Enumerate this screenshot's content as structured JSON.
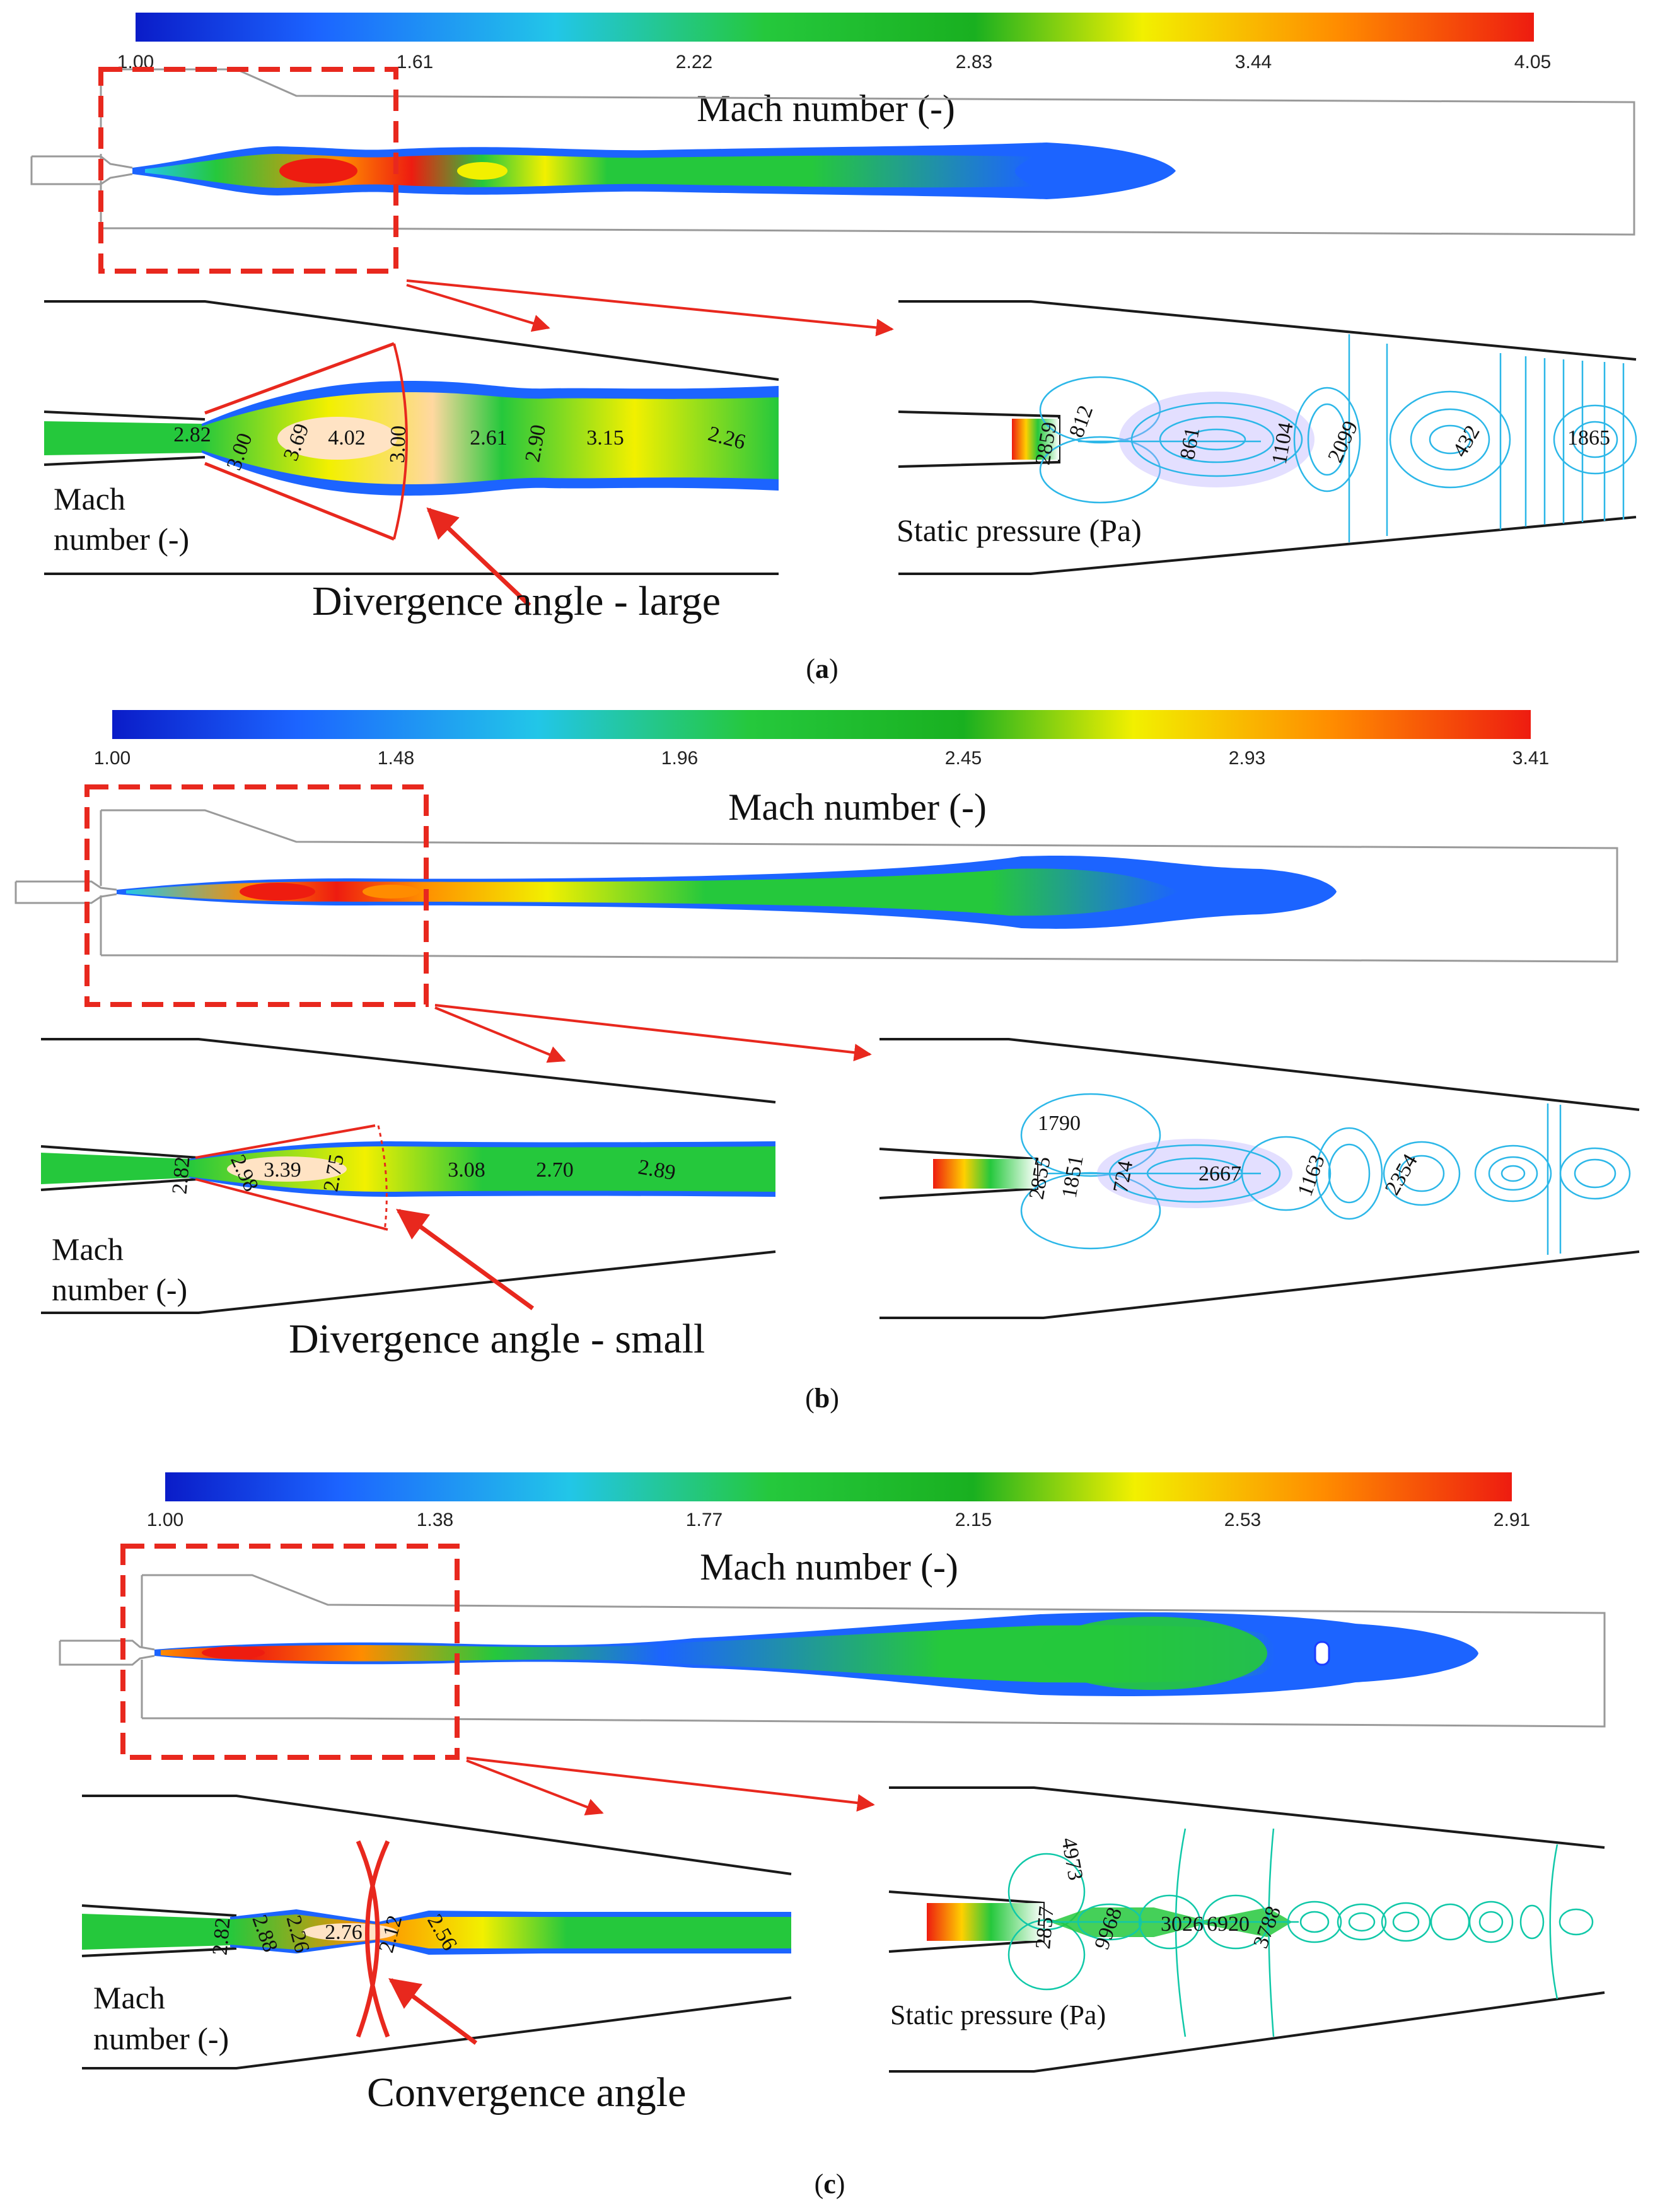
{
  "colors": {
    "jet": [
      "#0a1cc8",
      "#1c64ff",
      "#22c6e8",
      "#25c83c",
      "#19b020",
      "#f2f000",
      "#ff8c00",
      "#ee1c10"
    ],
    "highlight_box": "#e8281e",
    "pressure_contour": "#2cb7e8"
  },
  "panels": [
    {
      "caption_letter": "a",
      "colorbar": {
        "ticks": [
          "1.00",
          "1.61",
          "2.22",
          "2.83",
          "3.44",
          "4.05"
        ]
      },
      "main_title": "Mach number (-)",
      "mach_label_line1": "Mach",
      "mach_label_line2": "number (-)",
      "angle_annotation": "Divergence angle - large",
      "pressure_label": "Static pressure (Pa)",
      "mach_values": [
        "2.82",
        "3.00",
        "3.69",
        "4.02",
        "3.00",
        "2.61",
        "2.90",
        "3.15",
        "2.26"
      ],
      "pressure_values": [
        "2859",
        "812",
        "861",
        "1104",
        "2099",
        "432",
        "1865"
      ]
    },
    {
      "caption_letter": "b",
      "colorbar": {
        "ticks": [
          "1.00",
          "1.48",
          "1.96",
          "2.45",
          "2.93",
          "3.41"
        ]
      },
      "main_title": "Mach number (-)",
      "mach_label_line1": "Mach",
      "mach_label_line2": "number (-)",
      "angle_annotation": "Divergence angle - small",
      "mach_values": [
        "2.82",
        "2.98",
        "3.39",
        "2.75",
        "3.08",
        "2.70",
        "2.89"
      ],
      "pressure_values": [
        "1790",
        "2855",
        "1851",
        "724",
        "2667",
        "1163",
        "2354"
      ]
    },
    {
      "caption_letter": "c",
      "colorbar": {
        "ticks": [
          "1.00",
          "1.38",
          "1.77",
          "2.15",
          "2.53",
          "2.91"
        ]
      },
      "main_title": "Mach number (-)",
      "mach_label_line1": "Mach",
      "mach_label_line2": "number (-)",
      "angle_annotation": "Convergence angle",
      "pressure_label": "Static pressure (Pa)",
      "mach_values": [
        "2.82",
        "2.88",
        "2.26",
        "2.76",
        "2.12",
        "2.56"
      ],
      "pressure_values": [
        "4973",
        "2857",
        "9968",
        "3026",
        "6920",
        "3788"
      ]
    }
  ]
}
